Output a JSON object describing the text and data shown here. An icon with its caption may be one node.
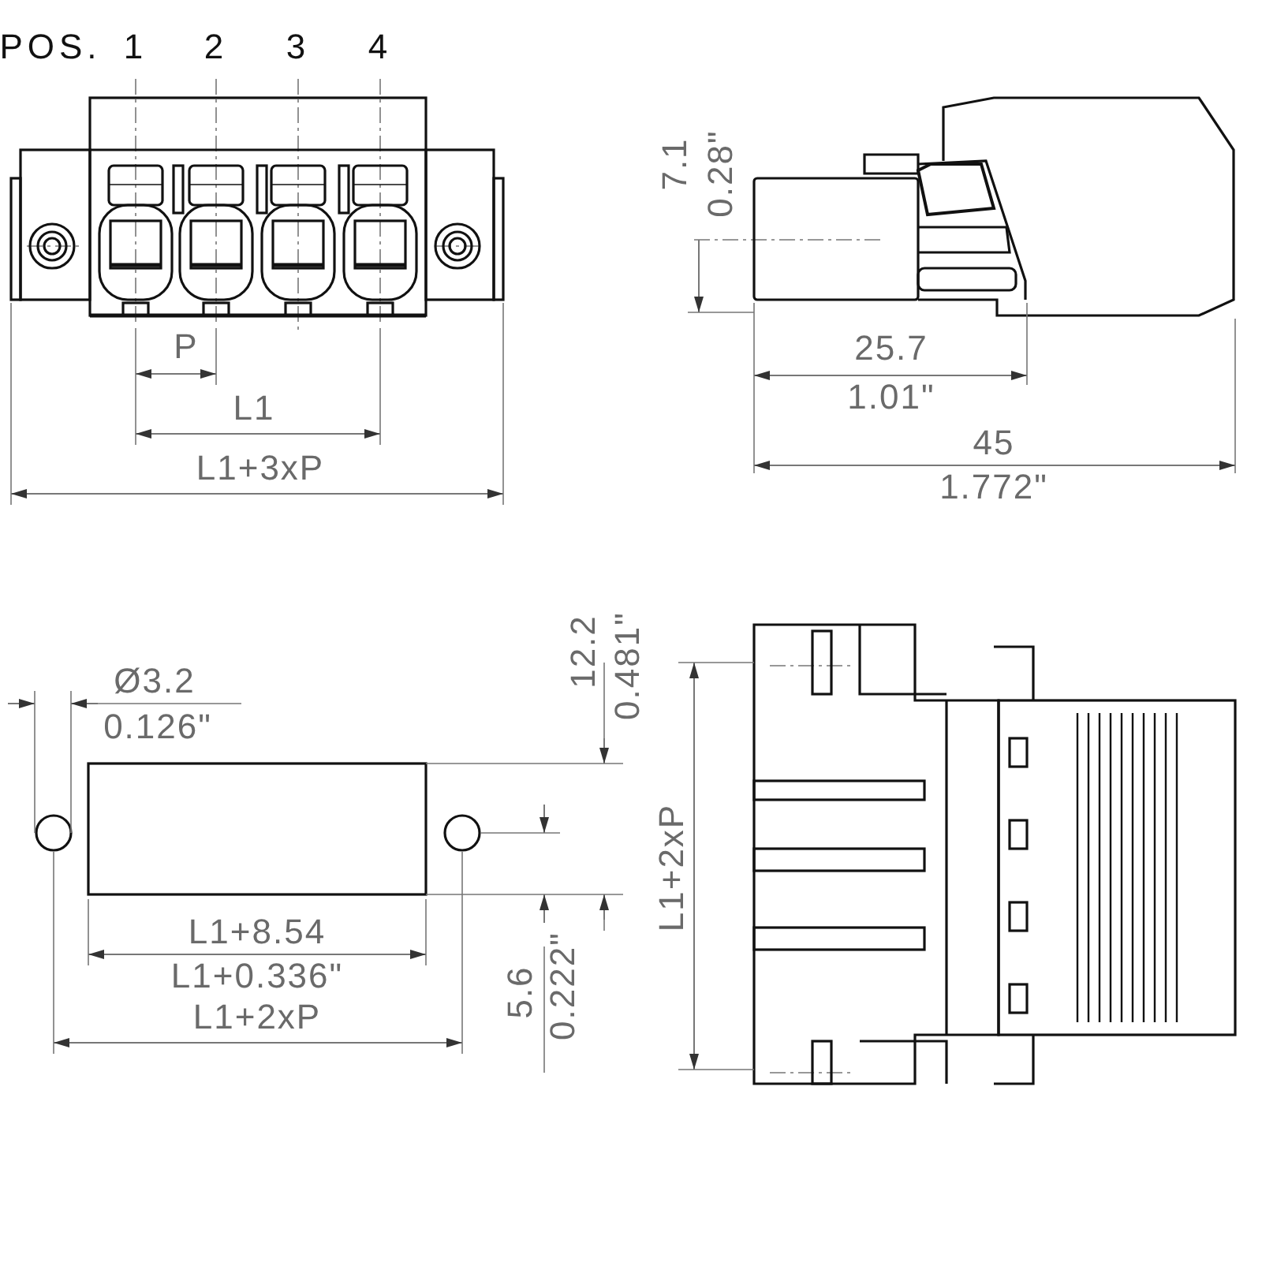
{
  "diagram": {
    "labels": [
      "POS.",
      "1",
      "2",
      "3",
      "4",
      "P",
      "L1",
      "L1+3xP",
      "7.1",
      "0.28\"",
      "25.7",
      "1.01\"",
      "45",
      "1.772\"",
      "Ø3.2",
      "0.126\"",
      "12.2",
      "0.481\"",
      "L1+8.54",
      "L1+0.336\"",
      "L1+2xP",
      "5.6",
      "0.222\"",
      "L1+2xP"
    ]
  }
}
